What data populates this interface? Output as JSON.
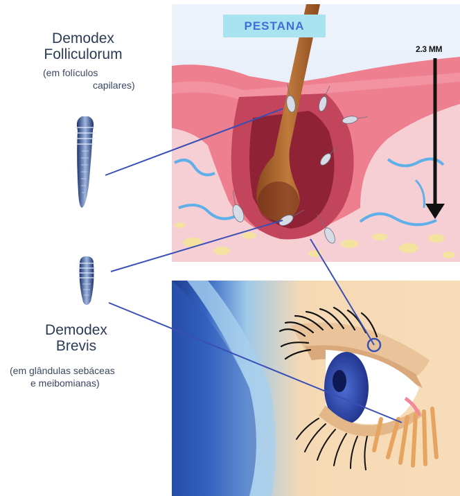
{
  "labels": {
    "folliculorum_title": "Demodex Folliculorum",
    "folliculorum_sub_1": "(em folículos",
    "folliculorum_sub_2": "capilares)",
    "brevis_title": "Demodex Brevis",
    "brevis_sub_1": "(em glândulas sebáceas",
    "brevis_sub_2": "e meibomianas)",
    "pestana": "PESTANA",
    "scale": "2.3 MM"
  },
  "icons": [
    "demodex-folliculorum-mite-icon",
    "demodex-brevis-mite-icon",
    "eyelash-follicle-illustration",
    "eye-closeup-illustration",
    "depth-arrow-icon"
  ],
  "colors": {
    "label_text": "#2b3a55",
    "pestana_bg": "#a9e3f0",
    "pestana_text": "#3f6fd6",
    "pointer_line": "#3a4fb5",
    "skin_pink": "#f0808f",
    "hair_brown": "#b5652d",
    "iris_blue": "#2a3e9c"
  }
}
